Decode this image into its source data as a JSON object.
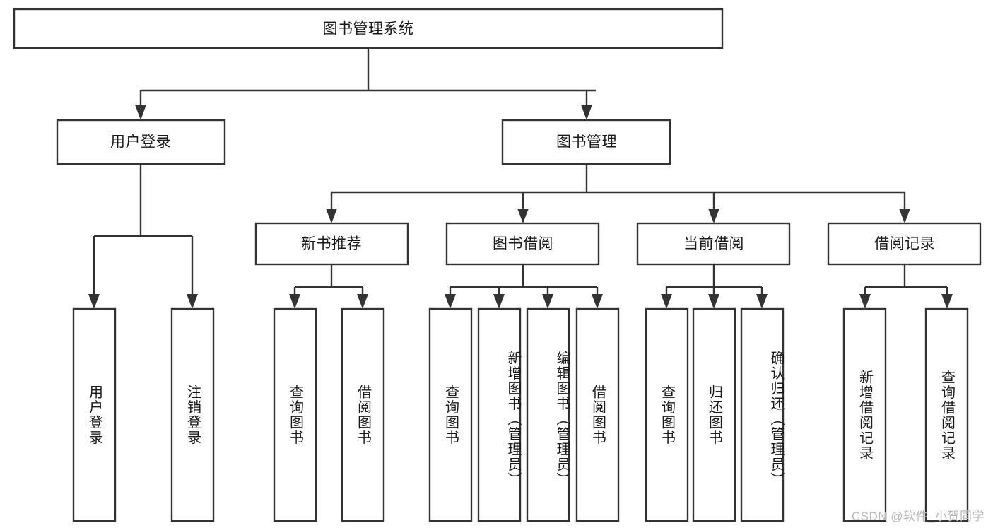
{
  "diagram": {
    "title": "图书管理系统",
    "type": "tree",
    "root": {
      "id": "root",
      "label": "图书管理系统",
      "orientation": "horizontal"
    },
    "level2": [
      {
        "id": "user-login",
        "label": "用户登录"
      },
      {
        "id": "book-management",
        "label": "图书管理"
      }
    ],
    "level3": [
      {
        "id": "new-book-recommend",
        "label": "新书推荐",
        "parent": "book-management"
      },
      {
        "id": "book-borrow",
        "label": "图书借阅",
        "parent": "book-management"
      },
      {
        "id": "current-borrow",
        "label": "当前借阅",
        "parent": "book-management"
      },
      {
        "id": "borrow-record",
        "label": "借阅记录",
        "parent": "book-management"
      }
    ],
    "leaves": {
      "user-login": [
        {
          "id": "leaf-user-login",
          "label": "用户登录"
        },
        {
          "id": "leaf-logout-login",
          "label": "注销登录"
        }
      ],
      "new-book-recommend": [
        {
          "id": "leaf-query-book-1",
          "label": "查询图书"
        },
        {
          "id": "leaf-borrow-book-1",
          "label": "借阅图书"
        }
      ],
      "book-borrow": [
        {
          "id": "leaf-query-book-2",
          "label": "查询图书"
        },
        {
          "id": "leaf-add-book",
          "label": "新增图书（管理员）"
        },
        {
          "id": "leaf-edit-book",
          "label": "编辑图书（管理员）"
        },
        {
          "id": "leaf-borrow-book-2",
          "label": "借阅图书"
        }
      ],
      "current-borrow": [
        {
          "id": "leaf-query-book-3",
          "label": "查询图书"
        },
        {
          "id": "leaf-return-book",
          "label": "归还图书"
        },
        {
          "id": "leaf-confirm-return",
          "label": "确认归还（管理员）"
        }
      ],
      "borrow-record": [
        {
          "id": "leaf-add-record",
          "label": "新增借阅记录"
        },
        {
          "id": "leaf-query-record",
          "label": "查询借阅记录"
        }
      ]
    },
    "colors": {
      "stroke": "#333333",
      "fill": "#ffffff",
      "text": "#1a1a1a",
      "watermark": "#b9b9b9",
      "background": "#ffffff"
    }
  },
  "watermark": {
    "text": "CSDN @软件_小贺同学"
  }
}
